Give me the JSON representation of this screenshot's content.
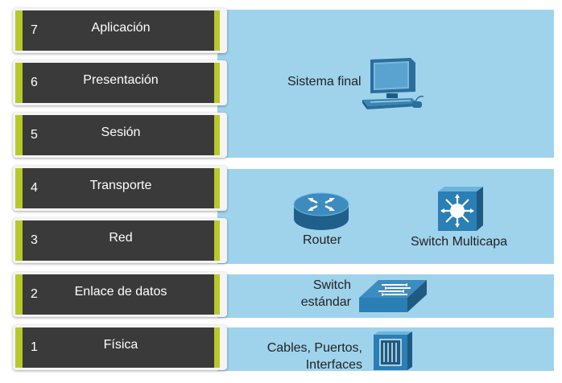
{
  "layers": [
    {
      "num": "7",
      "name": "Aplicación"
    },
    {
      "num": "6",
      "name": "Presentación"
    },
    {
      "num": "5",
      "name": "Sesión"
    },
    {
      "num": "4",
      "name": "Transporte"
    },
    {
      "num": "3",
      "name": "Red"
    },
    {
      "num": "2",
      "name": "Enlace de datos"
    },
    {
      "num": "1",
      "name": "Física"
    }
  ],
  "devices": {
    "end_system": "Sistema final",
    "router": "Router",
    "multilayer_switch": "Switch Multicapa",
    "switch_line1": "Switch",
    "switch_line2": "estándar",
    "physical_line1": "Cables, Puertos,",
    "physical_line2": "Interfaces"
  },
  "colors": {
    "band": "#9fd3ec",
    "layer_box": "#3a3a3a",
    "layer_accent": "#b8c82a",
    "device_blue": "#2a7fb5"
  },
  "icons": [
    "computer-icon",
    "router-icon",
    "multilayer-switch-icon",
    "switch-icon",
    "port-interface-icon"
  ]
}
